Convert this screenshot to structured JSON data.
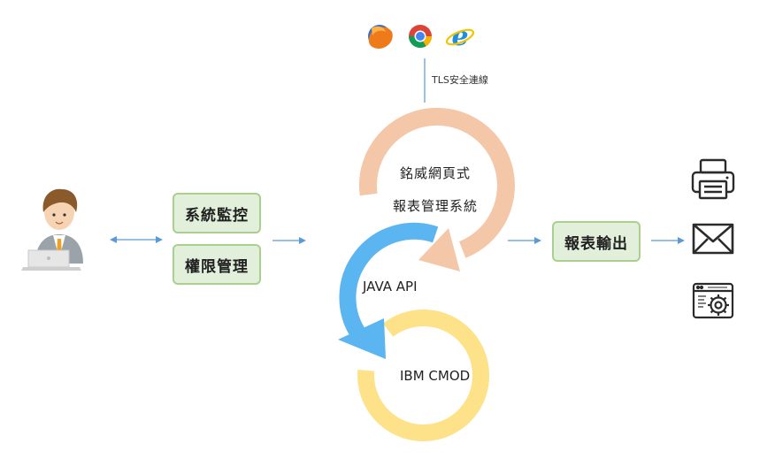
{
  "browser_icons": [
    "firefox-icon",
    "chrome-icon",
    "internet-explorer-icon"
  ],
  "tls_label": "TLS安全連線",
  "left_boxes": {
    "system_monitor": "系統監控",
    "access_management": "權限管理"
  },
  "rings": {
    "web_label_line1": "銘威網頁式",
    "web_label_line2": "報表管理系統",
    "api_label": "JAVA API",
    "cmod_label": "IBM CMOD"
  },
  "output_box": "報表輸出",
  "output_icons": [
    "printer-icon",
    "email-icon",
    "settings-window-icon"
  ],
  "colors": {
    "ring_top": "#f4c7a8",
    "ring_middle": "#5bb5f0",
    "ring_bottom": "#fde28a",
    "box_fill": "#e2efda",
    "box_border": "#a9d08e",
    "arrow": "#5b9bd5"
  }
}
